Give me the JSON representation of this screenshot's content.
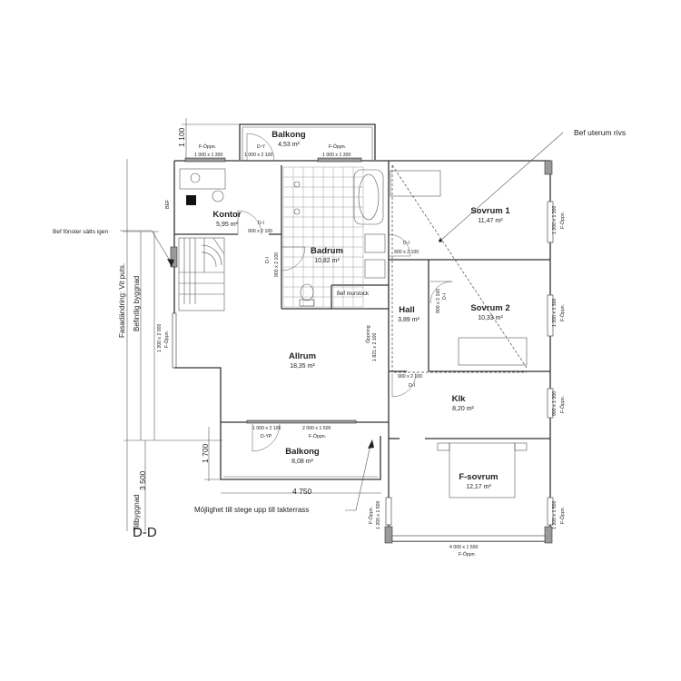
{
  "title": "D-D",
  "rooms": {
    "balkong_top": {
      "name": "Balkong",
      "area": "4,53 m²"
    },
    "kontor": {
      "name": "Kontor",
      "area": "5,95 m²"
    },
    "badrum": {
      "name": "Badrum",
      "area": "10,82 m²"
    },
    "sovrum1": {
      "name": "Sovrum 1",
      "area": "11,47 m²"
    },
    "sovrum2": {
      "name": "Sovrum 2",
      "area": "10,33 m²"
    },
    "hall": {
      "name": "Hall",
      "area": "3,89 m²"
    },
    "allrum": {
      "name": "Allrum",
      "area": "18,35 m²"
    },
    "klk": {
      "name": "Klk",
      "area": "8,20 m²"
    },
    "balkong_bottom": {
      "name": "Balkong",
      "area": "8,08 m²"
    },
    "fsovrum": {
      "name": "F-sovrum",
      "area": "12,17 m²"
    }
  },
  "annotations": {
    "bef_uterum": "Bef uterum rivs",
    "bef_fonster": "Bef fönster sätts igen",
    "fasad": "Fasadändring: Vit puts.",
    "befintlig": "Befintlig byggnad",
    "tillbyggnad": "Tillbyggnad",
    "mojlighet": "Möjlighet till stege upp till takterrass",
    "bef_murstock": "Bef murstock",
    "bef": "BEF",
    "opening_label": "Öppning",
    "opening_size": "1 821 x 2 100"
  },
  "dimensions": {
    "d1100": "1 100",
    "d1700": "1 700",
    "d3500": "3 500",
    "d4750": "4 750"
  },
  "openings": {
    "top_l_lbl": "F-Öppn.",
    "top_l_size": "1 000 x 1 300",
    "top_door_lbl": "D-Y",
    "top_door_size": "1 000 x 2 100",
    "top_r_lbl": "F-Öppn.",
    "top_r_size": "1 000 x 1 300",
    "kontor_door_lbl": "D-I",
    "kontor_door_size": "900 x 2 100",
    "bad_door_lbl": "D-I",
    "bad_door_size": "900 x 2 100",
    "sov1_door_lbl": "D-I",
    "sov1_door_size": "900 x 2 100",
    "sov2_door_size": "900 x 2 100",
    "sov2_door_lbl": "D-I",
    "klk_door_size": "900 x 2 100",
    "klk_door_lbl": "D-I",
    "left_win_size": "1 200 x 2 000",
    "left_win_lbl": "F-Öppn.",
    "right1_size": "1 200 x 1 300",
    "right1_lbl": "F-Öppn.",
    "right2_size": "1 200 x 1 300",
    "right2_lbl": "F-Öppn.",
    "right3_size": "900 x 1 300",
    "right3_lbl": "F-Öppn.",
    "right4_size": "1 200 x 1 500",
    "right4_lbl": "F-Öppn.",
    "left4_lbl": "F-Öppn.",
    "left4_size": "1 200 x 1 500",
    "bot_door_size": "1 000 x 2 100",
    "bot_door_lbl": "D-YP",
    "bot_win_size": "2 000 x 1 500",
    "bot_win_lbl": "F-Öppn.",
    "south_size": "4 000 x 1 500",
    "south_lbl": "F-Öppn."
  }
}
